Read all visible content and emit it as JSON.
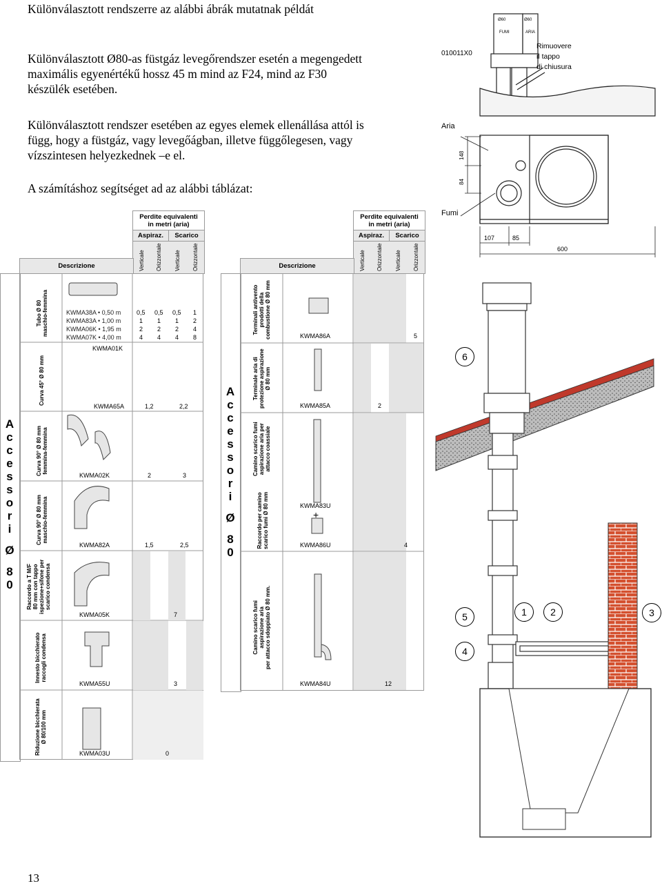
{
  "heading": "Különválasztott rendszerre az alábbi ábrák mutatnak példát",
  "para1": [
    "Különválasztott Ø80-as füstgáz levegőrendszer esetén a megengedett",
    "maximális egyenértékű hossz 45 m mind az F24, mind az F30",
    "készülék esetében."
  ],
  "para2": [
    "Különválasztott rendszer esetében az egyes elemek ellenállása attól is",
    "függ, hogy a füstgáz, vagy levegőágban, illetve függőlegesen, vagy",
    "vízszintesen helyezkednek –e el."
  ],
  "para3": "A számításhoz segítséget ad az alábbi táblázat:",
  "page_number": "13",
  "top_diagram": {
    "part_code": "010011X0",
    "remove_cap": [
      "Rimuovere",
      "il tappo",
      "di chiusura"
    ],
    "aria": "Aria",
    "fumi": "Fumi",
    "dim_148": "148",
    "dim_84": "84",
    "dim_107": "107",
    "dim_85": "85",
    "dim_600": "600",
    "pipe_fumi": "FUMI",
    "pipe_aria": "ARIA",
    "pipe_d60": "Ø60",
    "pipe_d60b": "Ø60"
  },
  "table_left": {
    "header_group": [
      "Perdite equivalenti",
      "in metri (aria)"
    ],
    "aspiraz": "Aspiraz.",
    "scarico": "Scarico",
    "col_headers": [
      "Verticale",
      "Orizzontale",
      "Verticale",
      "Orizzontale"
    ],
    "descrizione": "Descrizione",
    "side_label": [
      "A",
      "c",
      "c",
      "e",
      "s",
      "s",
      "o",
      "r",
      "i",
      "",
      "Ø",
      "",
      "8",
      "0"
    ],
    "tube_rows": [
      {
        "code": "KWMA38A",
        "len": "0,50 m",
        "v": [
          "0,5",
          "0,5",
          "0,5",
          "1"
        ]
      },
      {
        "code": "KWMA83A",
        "len": "1,00 m",
        "v": [
          "1",
          "1",
          "1",
          "2"
        ]
      },
      {
        "code": "KWMA06K",
        "len": "1,95 m",
        "v": [
          "2",
          "2",
          "2",
          "4"
        ]
      },
      {
        "code": "KWMA07K",
        "len": "4,00 m",
        "v": [
          "4",
          "4",
          "4",
          "8"
        ]
      }
    ],
    "row_labels": [
      [
        "Tubo Ø 80",
        "maschio-femmina"
      ],
      [
        "Curva 45° Ø 80 mm"
      ],
      [
        "Curva 90° Ø 80 mm",
        "femmina-femmina"
      ],
      [
        "Curva 90° Ø 80 mm",
        "maschio-femmina"
      ],
      [
        "Raccordo a T M/F",
        "80 mm con tappo",
        "ispezione+sifone per",
        "scarico condensa"
      ],
      [
        "Innesto bicchierato",
        "raccogli condensa"
      ],
      [
        "Riduzione bicchierata",
        "Ø 80/100 mm"
      ]
    ],
    "curve45_codes": [
      "KWMA01K",
      "KWMA65A"
    ],
    "curve45_vals": [
      "1,2",
      "2,2"
    ],
    "ma02k": {
      "code": "KWMA02K",
      "v1": "2",
      "v2": "3"
    },
    "ma82a": {
      "code": "KWMA82A",
      "v1": "1,5",
      "v2": "2,5"
    },
    "ma05k": {
      "code": "KWMA05K",
      "v": "7"
    },
    "ma55u": {
      "code": "KWMA55U",
      "v": "3"
    },
    "ma03u": {
      "code": "KWMA03U",
      "v": "0"
    }
  },
  "table_right": {
    "header_group": [
      "Perdite equivalenti",
      "in metri (aria)"
    ],
    "aspiraz": "Aspiraz.",
    "scarico": "Scarico",
    "col_headers": [
      "Verticale",
      "Orizzontale",
      "Verticale",
      "Orizzontale"
    ],
    "descrizione": "Descrizione",
    "side_label": [
      "A",
      "c",
      "c",
      "e",
      "s",
      "s",
      "o",
      "r",
      "i",
      "",
      "Ø",
      "",
      "8",
      "0"
    ],
    "row_labels": [
      [
        "Terminali antivento",
        "prodotti della",
        "combustione Ø 80 mm"
      ],
      [
        "Terminale aria di",
        "protezione aspirazione",
        "Ø 80 mm"
      ],
      [
        "Camino scarico fumi",
        "aspirazione aria per",
        "attacco coassiale"
      ],
      [
        "Raccordo per camino",
        "scarico fumi Ø 80 mm"
      ],
      [
        "Camino scarico fumi",
        "aspirazione aria",
        "per attacco sdoppiato Ø 80 mm."
      ]
    ],
    "ma86a": {
      "code": "KWMA86A",
      "v": "5"
    },
    "ma85a": {
      "code": "KWMA85A",
      "v": "2"
    },
    "ma83u": {
      "code": "KWMA83U",
      "plus": "+"
    },
    "ma86u": {
      "code": "KWMA86U",
      "v": "4"
    },
    "ma84u": {
      "code": "KWMA84U",
      "v": "12"
    }
  },
  "install_callouts": [
    "6",
    "1",
    "2",
    "3",
    "5",
    "4"
  ]
}
